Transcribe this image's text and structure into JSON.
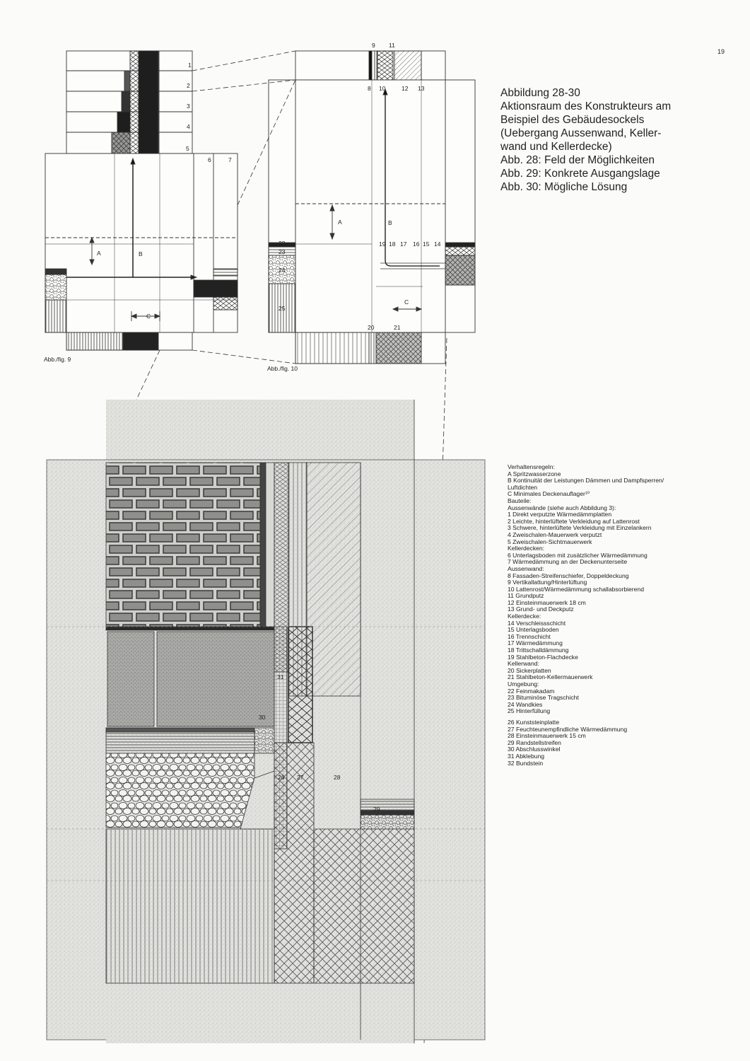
{
  "page_number": "19",
  "caption": {
    "lines": [
      "Abbildung  28-30",
      "Aktionsraum des Konstrukteurs am",
      "Beispiel des Gebäudesockels",
      "(Uebergang Aussenwand, Keller-",
      "wand und Kellerdecke)",
      "Abb. 28: Feld der Möglichkeiten",
      "Abb. 29: Konkrete Ausgangslage",
      "Abb. 30: Mögliche Lösung"
    ]
  },
  "fig9_label": "Abb./fig. 9",
  "fig10_label": "Abb./fig. 10",
  "fig9_numbers": [
    "1",
    "2",
    "3",
    "4",
    "5",
    "6",
    "7"
  ],
  "fig9_letters": [
    "A",
    "B",
    "C"
  ],
  "fig10_top_numbers": [
    "9",
    "11",
    "8",
    "10",
    "12",
    "13"
  ],
  "fig10_side_numbers": [
    "22",
    "23",
    "24",
    "25"
  ],
  "fig10_slab_numbers": [
    "19",
    "18",
    "17",
    "16",
    "15",
    "14"
  ],
  "fig10_bottom_numbers": [
    "20",
    "21"
  ],
  "fig10_letters": [
    "A",
    "B",
    "C"
  ],
  "fig30_numbers": [
    "31",
    "30",
    "26",
    "27",
    "28",
    "29"
  ],
  "legend": {
    "part1": [
      "Verhaltensregeln:",
      "A Spritzwasserzone",
      "B Kontinuität der Leistungen Dämmen und Dampfsperren/",
      "   Luftdichten",
      "C Minimales Deckenauflager¹⁰",
      "Bauteile:",
      "Aussenwände (siehe auch Abbildung 3):",
      "1 Direkt verputzte Wärmedämmplatten",
      "2 Leichte, hinterlüftete Verkleidung auf Lattenrost",
      "3 Schwere, hinterlüftete Verkleidung mit Einzelankern",
      "4 Zweischalen-Mauerwerk verputzt",
      "5 Zweischalen-Sichtmauerwerk",
      "Kellerdecken:",
      "6 Unterlagsboden mit zusätzlicher Wärmedämmung",
      "7 Wärmedämmung an der Deckenunterseite",
      "Aussenwand:",
      "  8 Fassaden-Streifenschiefer, Doppeldeckung",
      "  9 Vertikallattung/Hinterlüftung",
      "10 Lattenrost/Wärmedämmung schallabsorbierend",
      "11 Grundputz",
      "12 Einsteinmauerwerk 18 cm",
      "13 Grund- und Deckputz",
      "Kellerdecke:",
      "14 Verschleissschicht",
      "15 Unterlagsboden",
      "16 Trennschicht",
      "17 Wärmedämmung",
      "18 Trittschalldämmung",
      "19 Stahlbeton-Flachdecke",
      "Kellerwand:",
      "20 Sickerplatten",
      "21 Stahlbeton-Kellermauerwerk",
      "Umgebung:",
      "22 Feinmakadam",
      "23 Bituminöse Tragschicht",
      "24 Wandkies",
      "25 Hinterfüllung"
    ],
    "part2": [
      "26 Kunststeinplatte",
      "27 Feuchteunempfindliche Wärmedämmung",
      "28 Einsteinmauerwerk 15 cm",
      "29 Randstellstreifen",
      "30 Abschlusswinkel",
      "31 Abklebung",
      "32 Bundstein"
    ]
  }
}
